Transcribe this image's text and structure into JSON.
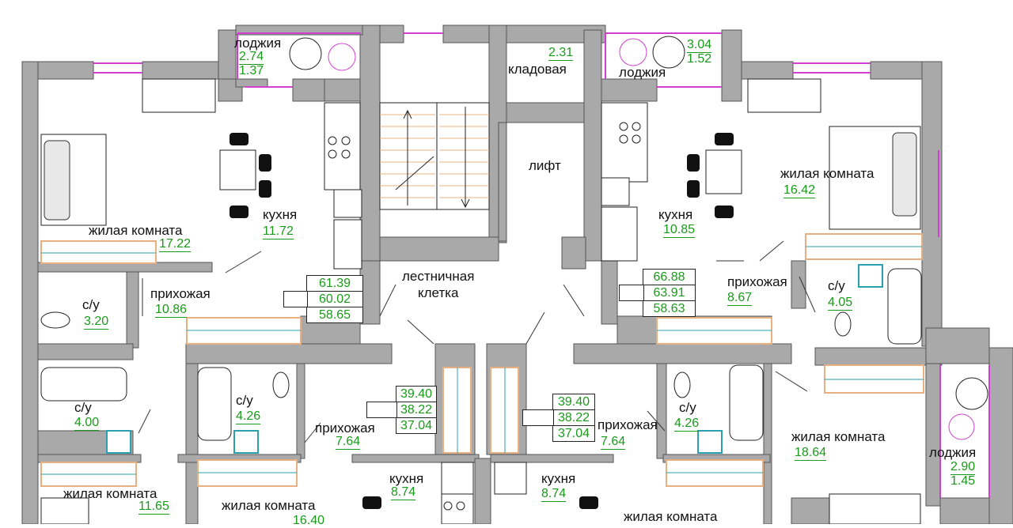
{
  "rooms": {
    "loggia_tl": {
      "name": "лоджия",
      "area1": "2.74",
      "area2": "1.37"
    },
    "storage": {
      "name": "кладовая",
      "area": "2.31"
    },
    "loggia_tr": {
      "name": "лоджия",
      "area1": "3.04",
      "area2": "1.52"
    },
    "lift": {
      "name": "лифт"
    },
    "stair": {
      "line1": "лестничная",
      "line2": "клетка"
    },
    "living_tl": {
      "name": "жилая комната",
      "area": "17.22"
    },
    "kitchen_tl": {
      "name": "кухня",
      "area": "11.72"
    },
    "kitchen_tr": {
      "name": "кухня",
      "area": "10.85"
    },
    "living_tr": {
      "name": "жилая комната",
      "area": "16.42"
    },
    "bath_l": {
      "name": "с/у",
      "area": "3.20"
    },
    "hall_l": {
      "name": "прихожая",
      "area": "10.86"
    },
    "hall_r": {
      "name": "прихожая",
      "area": "8.67"
    },
    "bath_r": {
      "name": "с/у",
      "area": "4.05"
    },
    "bath_bl": {
      "name": "с/у",
      "area": "4.00"
    },
    "bath_bl2": {
      "name": "с/у",
      "area": "4.26"
    },
    "hall_bl": {
      "name": "прихожая",
      "area": "7.64"
    },
    "hall_br": {
      "name": "прихожая",
      "area": "7.64"
    },
    "bath_br": {
      "name": "с/у",
      "area": "4.26"
    },
    "living_br": {
      "name": "жилая комната",
      "area": "18.64"
    },
    "loggia_br": {
      "name": "лоджия",
      "area1": "2.90",
      "area2": "1.45"
    },
    "kitchen_bl": {
      "name": "кухня",
      "area": "8.74"
    },
    "kitchen_br": {
      "name": "кухня",
      "area": "8.74"
    },
    "living_bl": {
      "name": "жилая комната",
      "area": "11.65"
    },
    "living_bl2": {
      "name": "жилая комната",
      "area": "16.40"
    },
    "living_bm": {
      "name": "жилая комната"
    }
  },
  "apartments": {
    "apt_tl": [
      "61.39",
      "60.02",
      "58.65"
    ],
    "apt_tr": [
      "66.88",
      "63.91",
      "58.63"
    ],
    "apt_bl": [
      "39.40",
      "38.22",
      "37.04"
    ],
    "apt_br": [
      "39.40",
      "38.22",
      "37.04"
    ]
  },
  "colors": {
    "wall": "#a9a9a9",
    "area_text": "#1a9a1a",
    "window": "#d040d0",
    "accent_teal": "#2aa0b0",
    "furniture_wood": "#e8b080"
  }
}
